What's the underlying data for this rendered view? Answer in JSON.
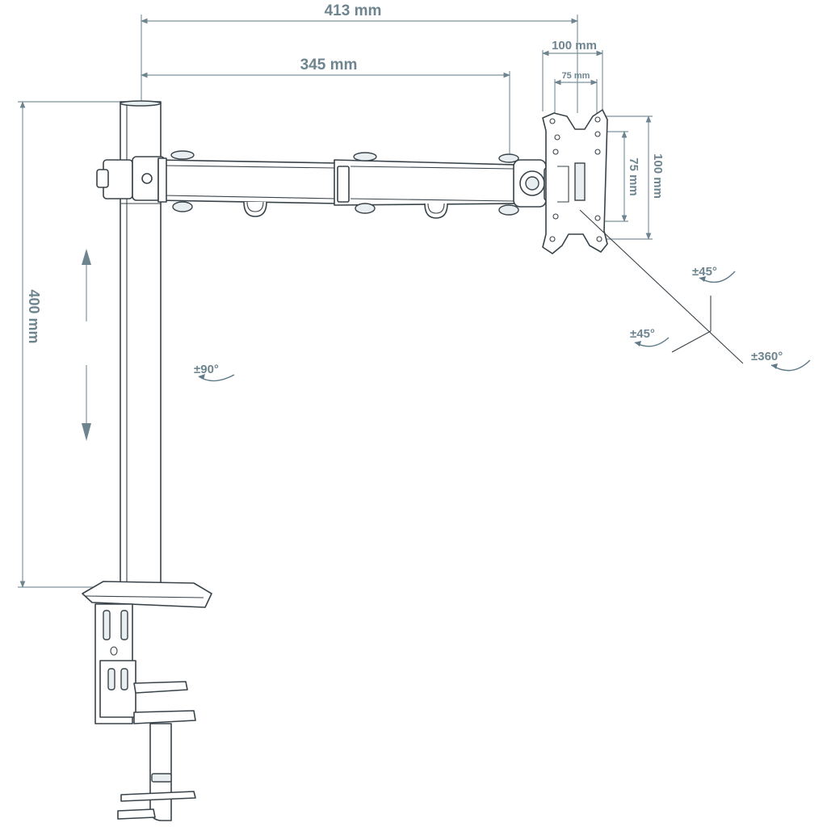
{
  "dimensions": {
    "total_reach": "413 mm",
    "arm_length": "345 mm",
    "pole_height": "400 mm",
    "vesa_large_width": "100 mm",
    "vesa_small_width": "75 mm",
    "vesa_small_height": "75 mm",
    "vesa_large_height": "100 mm"
  },
  "rotations": {
    "arm_swivel": "±90°",
    "tilt_top": "±45°",
    "swivel_left": "±45°",
    "rotate": "±360°"
  },
  "colors": {
    "annotation": "#6e8590",
    "outline": "#39434a"
  }
}
